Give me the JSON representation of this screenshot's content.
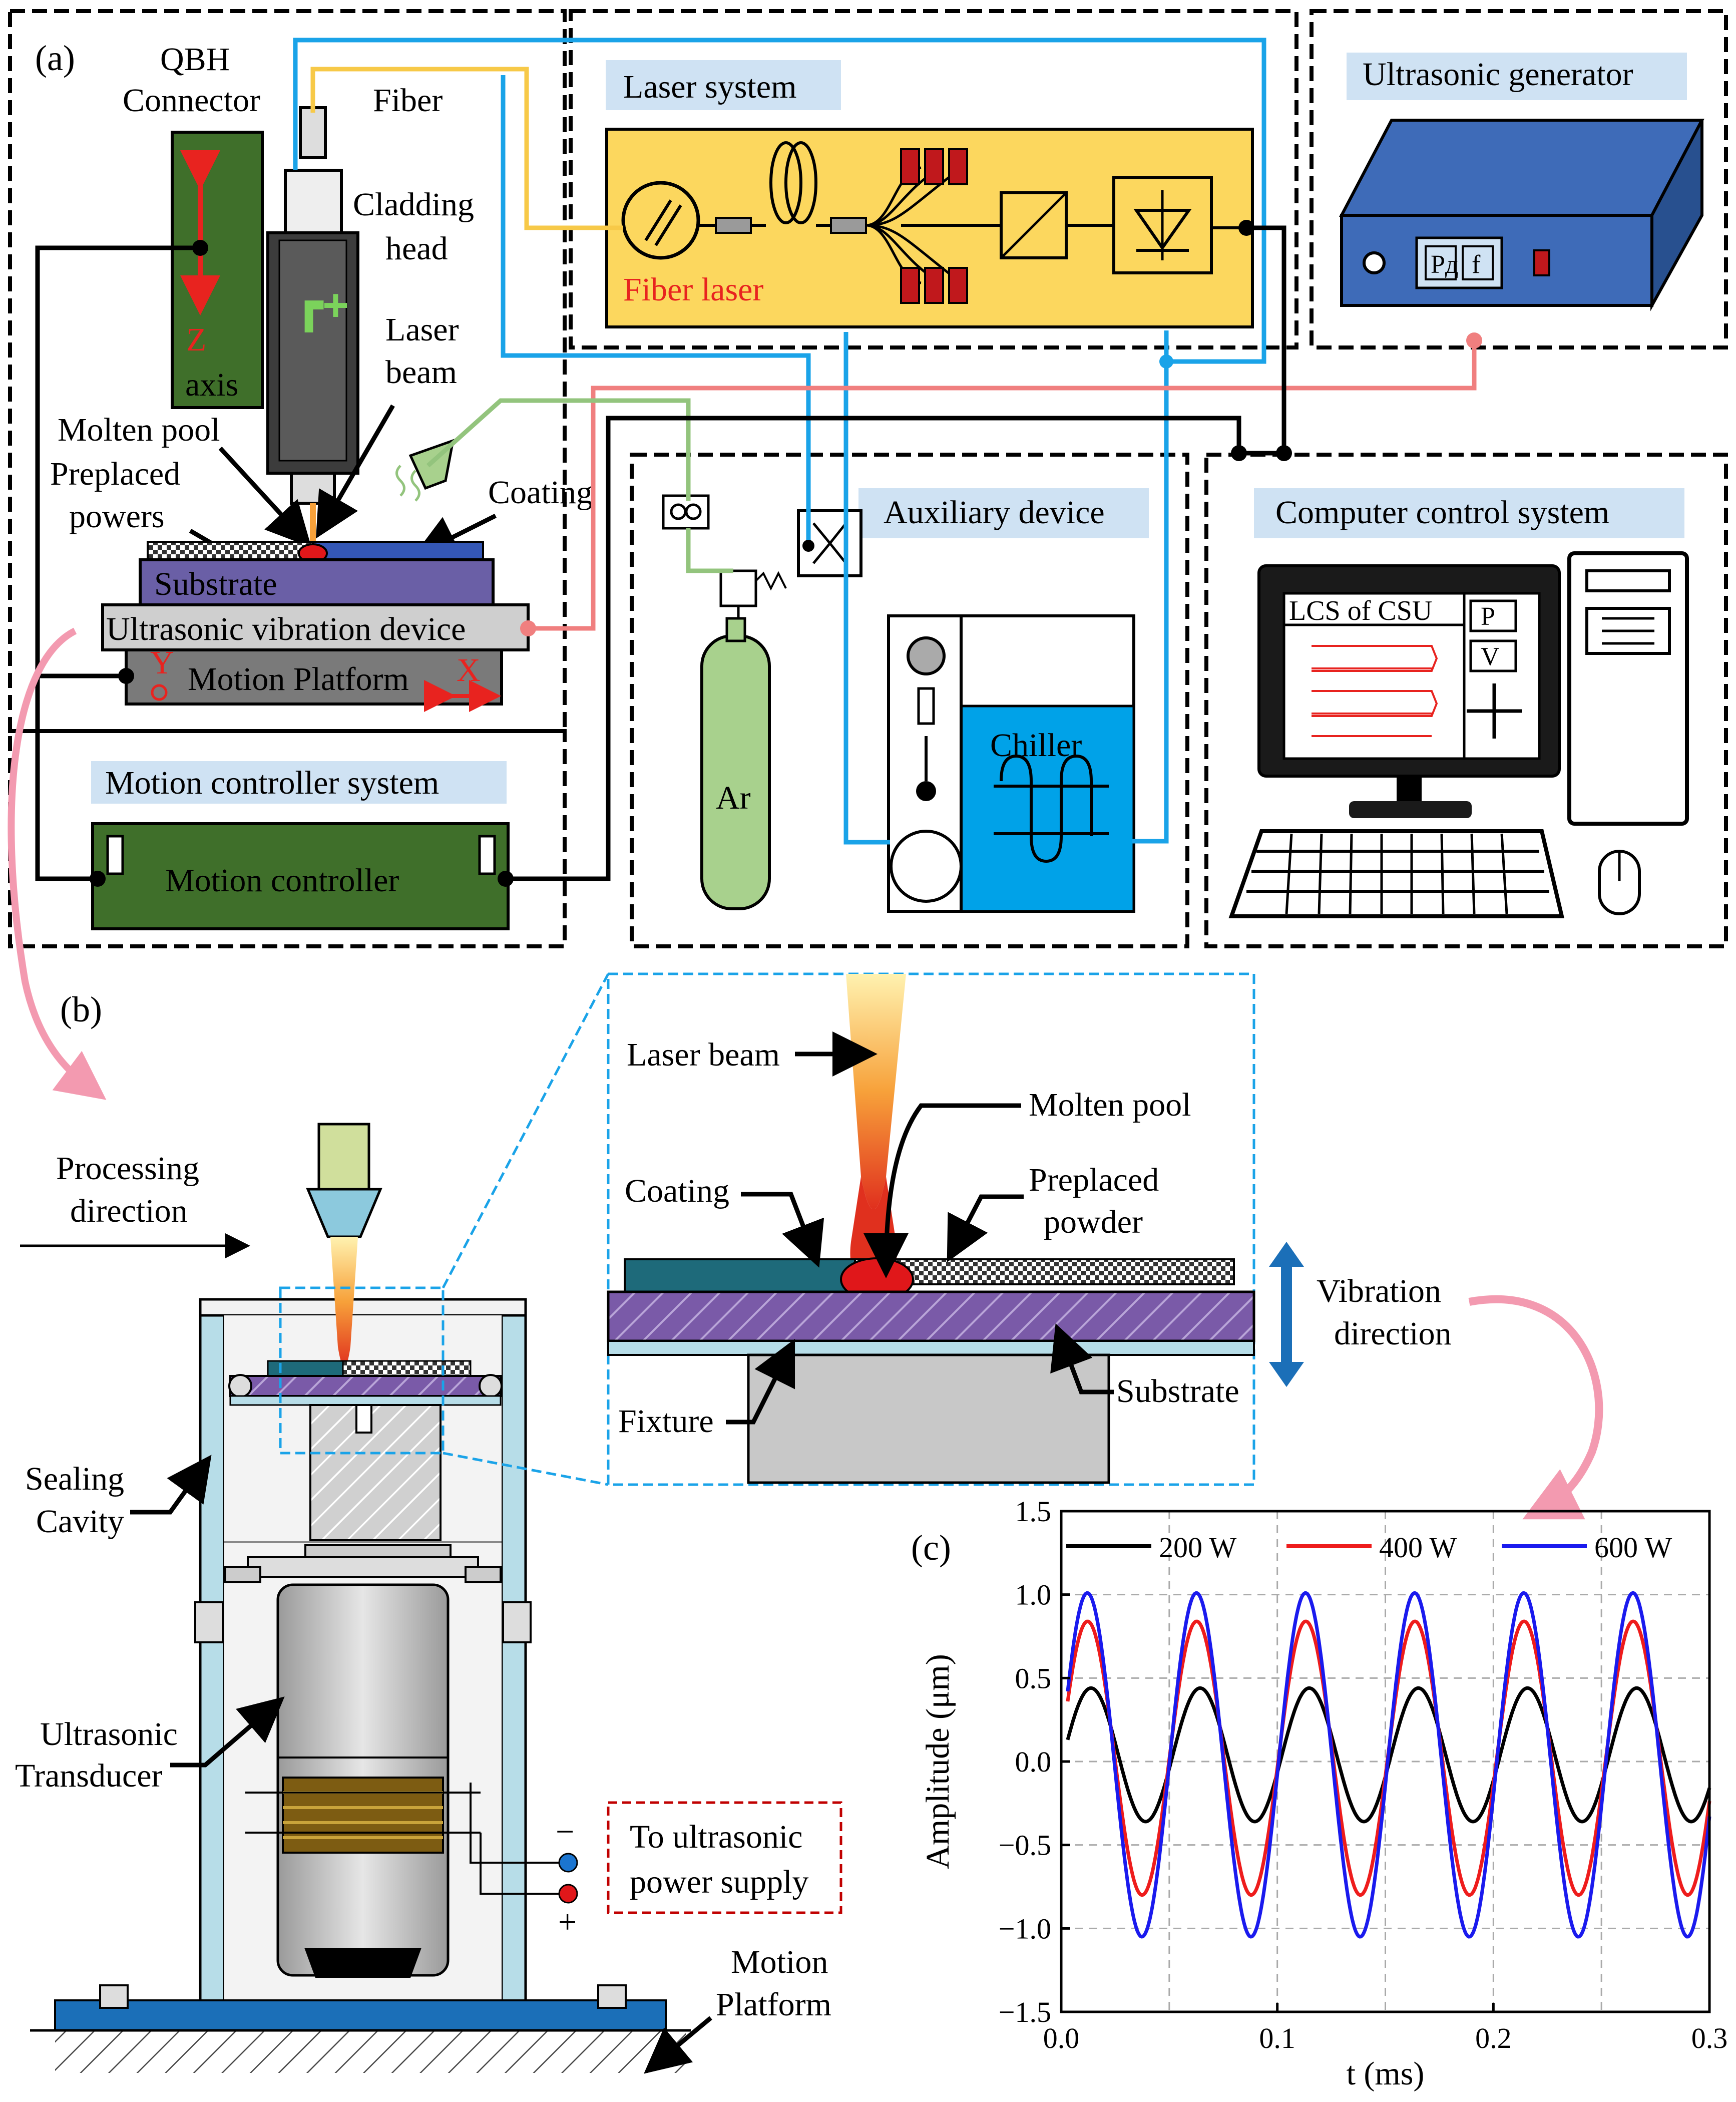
{
  "panel_a": {
    "label": "(a)",
    "qbh": [
      "QBH",
      "Connector"
    ],
    "fiber": "Fiber",
    "cladding_head": [
      "Cladding",
      "head"
    ],
    "laser_beam": [
      "Laser",
      "beam"
    ],
    "molten_pool": "Molten pool",
    "preplaced": [
      "Preplaced",
      "powers"
    ],
    "coating": "Coating",
    "substrate": "Substrate",
    "ultrasonic_device": "Ultrasonic vibration device",
    "motion_platform": "Motion Platform",
    "z_axis": [
      "Z",
      "axis"
    ],
    "x_label": "X",
    "y_label": "Y",
    "motion_controller_system": "Motion controller system",
    "motion_controller": "Motion controller",
    "laser_system": "Laser system",
    "fiber_laser": "Fiber laser",
    "ultrasonic_generator": "Ultrasonic generator",
    "gen_p": "Pд",
    "gen_f": "f",
    "auxiliary_device": "Auxiliary device",
    "ar": "Ar",
    "chiller": "Chiller",
    "computer_control_system": "Computer control system",
    "screen_title": "LCS of CSU",
    "screen_p": "P",
    "screen_v": "V"
  },
  "panel_b": {
    "label": "(b)",
    "processing_direction": [
      "Processing",
      "direction"
    ],
    "sealing_cavity": [
      "Sealing",
      "Cavity"
    ],
    "ultrasonic_transducer": [
      "Ultrasonic",
      "Transducer"
    ],
    "power_supply": [
      "To ultrasonic",
      "power supply"
    ],
    "minus": "−",
    "plus": "+",
    "motion_platform": [
      "Motion",
      "Platform"
    ],
    "laser_beam": "Laser beam",
    "molten_pool": "Molten pool",
    "coating": "Coating",
    "preplaced_powder": [
      "Preplaced",
      "powder"
    ],
    "fixture": "Fixture",
    "substrate": "Substrate",
    "vibration_direction": [
      "Vibration",
      "direction"
    ]
  },
  "panel_c": {
    "label": "(c)"
  },
  "chart_data": {
    "type": "line",
    "xlabel": "t (ms)",
    "ylabel": "Amplitude (μm)",
    "xlim": [
      0.0,
      0.3
    ],
    "ylim": [
      -1.5,
      1.5
    ],
    "xticks": [
      "0.0",
      "0.1",
      "0.2",
      "0.3"
    ],
    "yticks": [
      "1.5",
      "1.0",
      "0.5",
      "0.0",
      "−0.5",
      "−1.0",
      "−1.5"
    ],
    "grid": true,
    "legend": "top",
    "series": [
      {
        "name": "200 W",
        "color": "#000000",
        "amplitude": 0.4,
        "offset": 0.04,
        "period_ms": 0.0505,
        "x0": 0.003,
        "phase0": 0.13
      },
      {
        "name": "400 W",
        "color": "#ee1c1c",
        "amplitude": 0.82,
        "offset": 0.02,
        "period_ms": 0.0505,
        "x0": 0.003,
        "phase0": 0.36
      },
      {
        "name": "600 W",
        "color": "#1a1aee",
        "amplitude": 1.03,
        "offset": -0.02,
        "period_ms": 0.0505,
        "x0": 0.003,
        "phase0": 0.42
      }
    ]
  }
}
